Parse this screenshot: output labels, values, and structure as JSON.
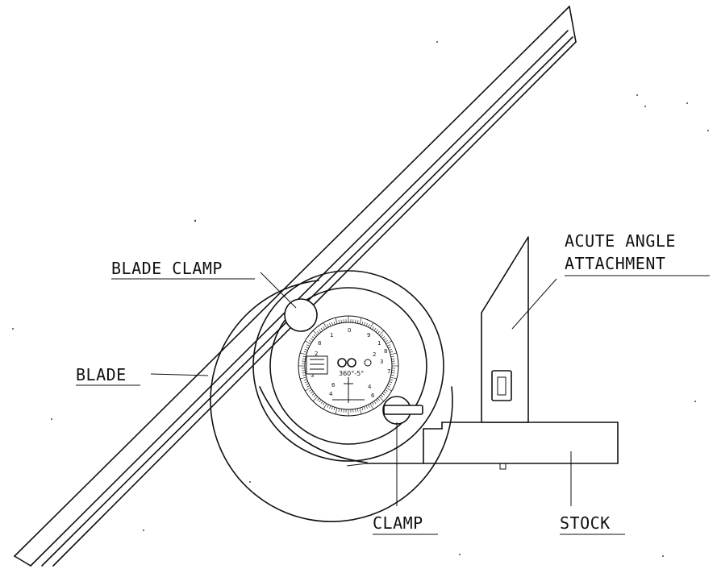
{
  "labels": {
    "blade_clamp": "BLADE CLAMP",
    "acute_angle_line1": "ACUTE ANGLE",
    "acute_angle_line2": "ATTACHMENT",
    "blade": "BLADE",
    "clamp": "CLAMP",
    "stock": "STOCK"
  },
  "dial": {
    "center_text": "360°-5°",
    "numbers": [
      "0",
      "1",
      "2",
      "3",
      "4",
      "5",
      "6",
      "7",
      "8",
      "9"
    ]
  },
  "colors": {
    "ink": "#111111",
    "paper": "#ffffff"
  }
}
